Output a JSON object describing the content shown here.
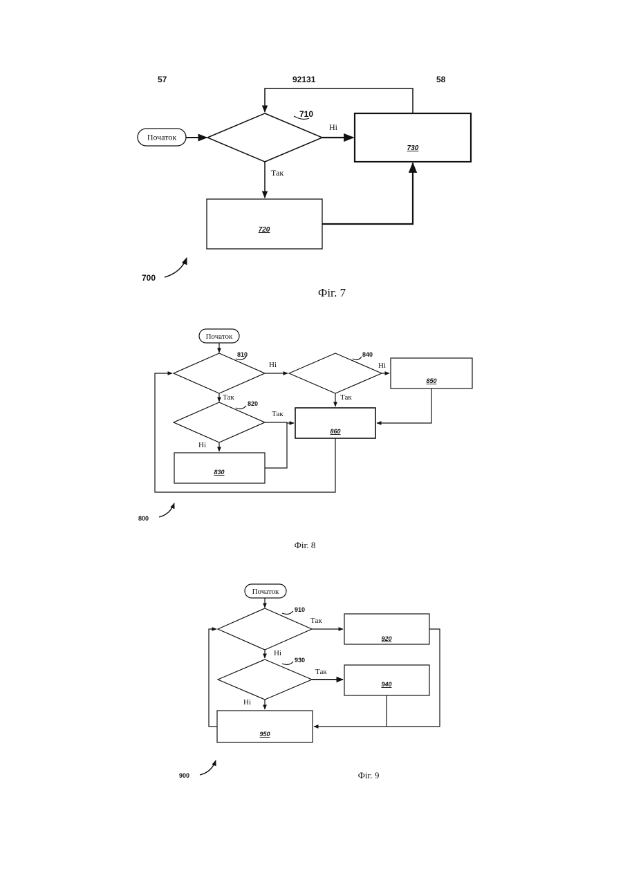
{
  "header": {
    "page_left": "57",
    "patent_no": "92131",
    "page_right": "58"
  },
  "fig7": {
    "start": "Початок",
    "decision_ref": "710",
    "no_label": "Ні",
    "yes_label": "Так",
    "box_720": "720",
    "box_730": "730",
    "figure_ref": "700",
    "caption": "Фіг. 7"
  },
  "fig8": {
    "start": "Початок",
    "d810": "810",
    "d820": "820",
    "d840": "840",
    "no_810": "Ні",
    "yes_810": "Так",
    "yes_820": "Так",
    "no_820": "Ні",
    "no_840": "Ні",
    "yes_840": "Так",
    "box_830": "830",
    "box_850": "850",
    "box_860": "860",
    "figure_ref": "800",
    "caption": "Фіг. 8"
  },
  "fig9": {
    "start": "Початок",
    "d910": "910",
    "d930": "930",
    "yes_910": "Так",
    "no_910": "Ні",
    "yes_930": "Так",
    "no_930": "Ні",
    "box_920": "920",
    "box_940": "940",
    "box_950": "950",
    "figure_ref": "900",
    "caption": "Фіг. 9"
  }
}
